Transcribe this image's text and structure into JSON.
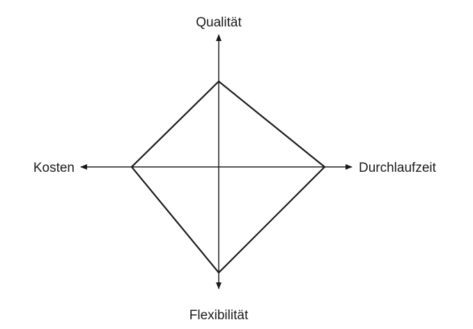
{
  "diagram": {
    "labels": {
      "top": "Qualität",
      "right": "Durchlaufzeit",
      "bottom": "Flexibilität",
      "left": "Kosten"
    },
    "colors": {
      "line": "#1a1a1a",
      "background": "#ffffff"
    }
  }
}
